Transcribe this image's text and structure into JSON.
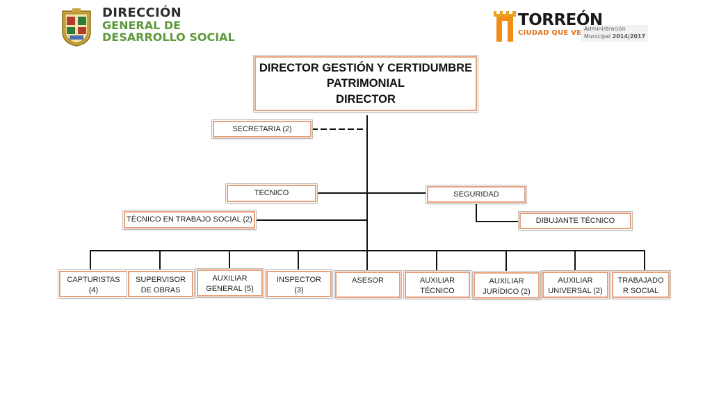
{
  "header": {
    "left_logo": {
      "icon": "coat-of-arms-icon",
      "line1": "DIRECCIÓN",
      "line2": "GENERAL DE",
      "line3": "DESARROLLO SOCIAL"
    },
    "right_logo": {
      "icon": "torreon-tower-icon",
      "name": "TORREÓN",
      "slogan": "CIUDAD QUE VENCE",
      "admin_line1": "Administración",
      "admin_line2": "Municipal",
      "admin_years": "2014|2017"
    }
  },
  "org": {
    "director": {
      "line1": "DIRECTOR GESTIÓN Y CERTIDUMBRE",
      "line2": "PATRIMONIAL",
      "line3": "DIRECTOR"
    },
    "secretaria": "SECRETARIA (2)",
    "tecnico": "TECNICO",
    "seguridad": "SEGURIDAD",
    "tecnico_trabajo_social": "TÉCNICO EN TRABAJO SOCIAL (2)",
    "dibujante_tecnico": "DIBUJANTE TÉCNICO",
    "bottom_row": [
      {
        "l1": "CAPTURISTAS",
        "l2": "(4)"
      },
      {
        "l1": "SUPERVISOR",
        "l2": "DE OBRAS"
      },
      {
        "l1": "AUXILIAR",
        "l2": "GENERAL (5)"
      },
      {
        "l1": "INSPECTOR",
        "l2": "(3)"
      },
      {
        "l1": "ASESOR",
        "l2": ""
      },
      {
        "l1": "AUXILIAR",
        "l2": "TÉCNICO"
      },
      {
        "l1": "AUXILIAR",
        "l2": "JURÍDICO (2)"
      },
      {
        "l1": "AUXILIAR",
        "l2": "UNIVERSAL (2)"
      },
      {
        "l1": "TRABAJADO",
        "l2": "R SOCIAL"
      }
    ]
  },
  "colors": {
    "box_border": "#e8a07a",
    "connector": "#111111",
    "brand_green": "#5c9a3c",
    "brand_orange": "#e0701a"
  }
}
